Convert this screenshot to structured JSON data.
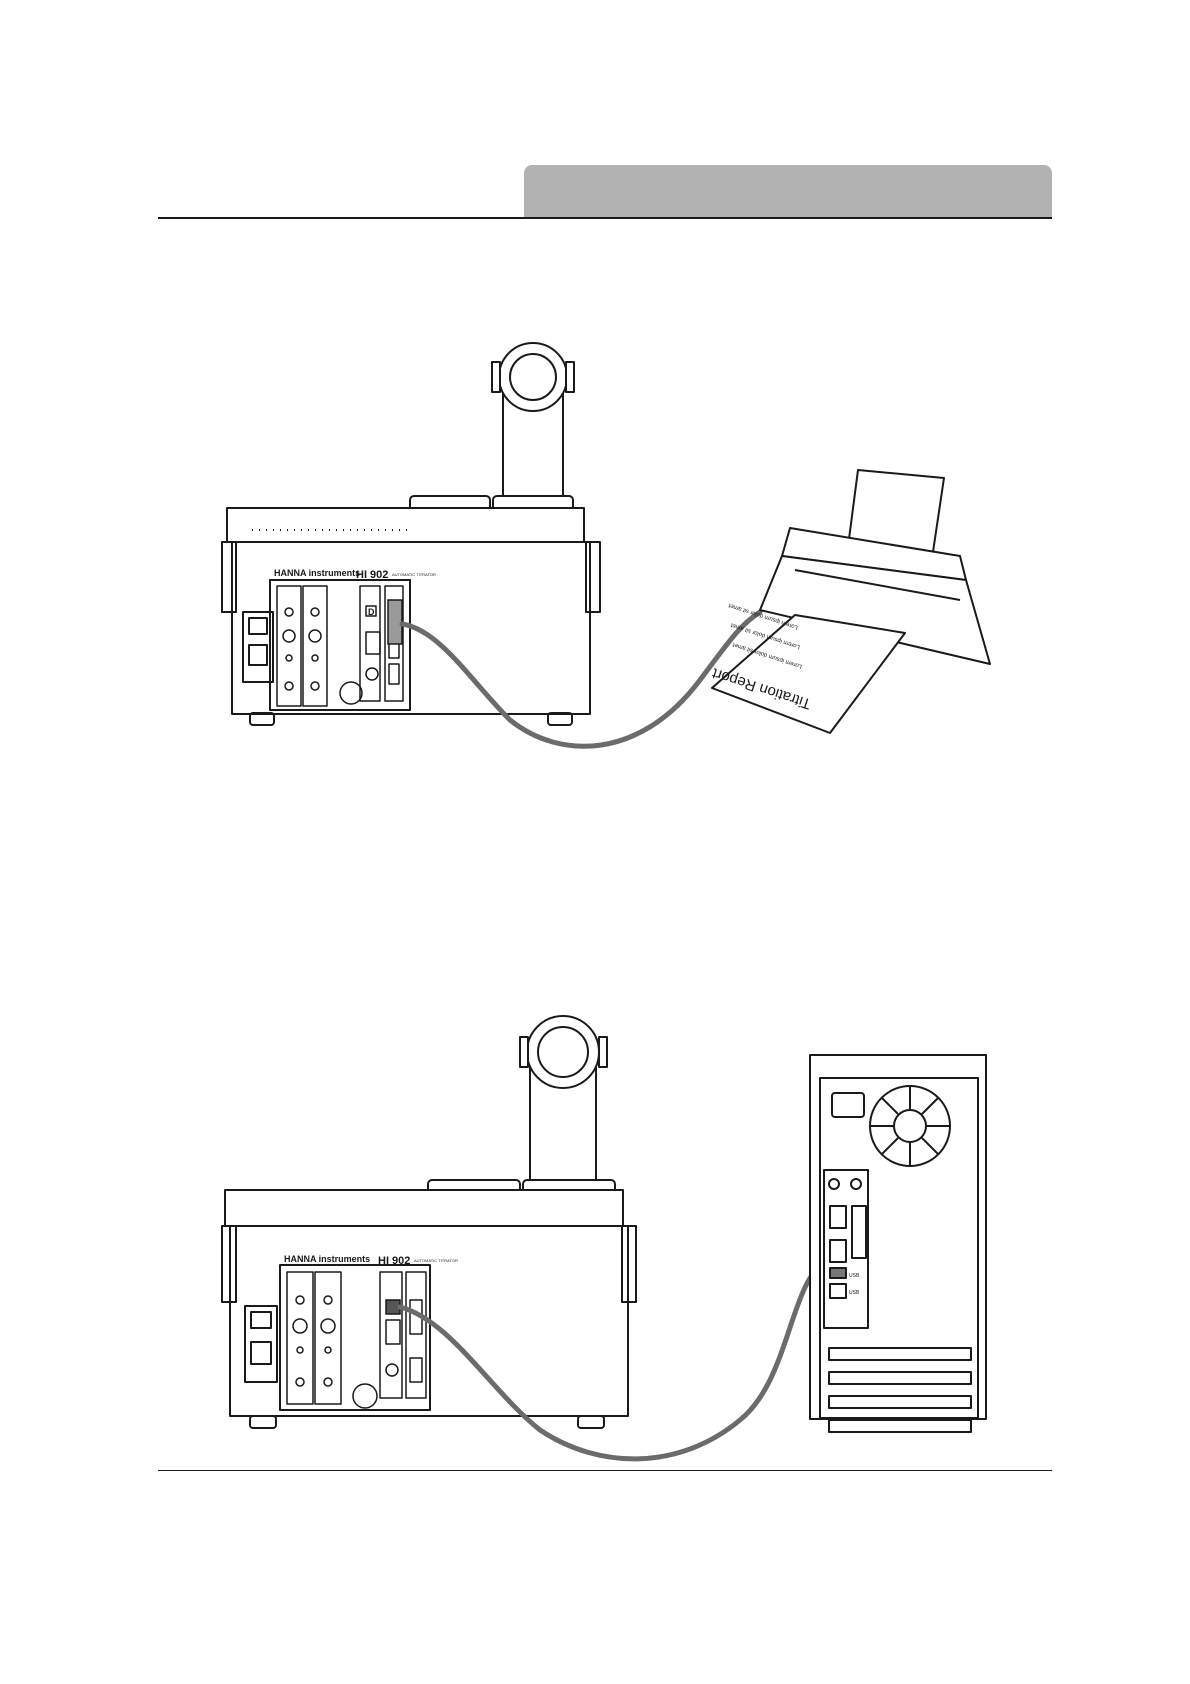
{
  "header": {
    "tab_text": ""
  },
  "figure_printer": {
    "brand": "HANNA instruments",
    "model": "HI 902",
    "model_subtitle": "AUTOMATIC TITRATOR",
    "port_letter": "D",
    "paper_title": "Titration Report",
    "paper_lines": [
      "Lorem ipsum dolor sit amet",
      "Lorem ipsum dolor sit amet",
      "Lorem ipsum dolor sit amet"
    ]
  },
  "figure_pc": {
    "brand": "HANNA instruments",
    "model": "HI 902",
    "model_subtitle": "AUTOMATIC TITRATOR",
    "usb_label_1": "USB",
    "usb_label_2": "USB"
  },
  "colors": {
    "cable": "#6b6b6b",
    "line": "#1a1a1a",
    "header_tab": "#b2b2b2"
  }
}
